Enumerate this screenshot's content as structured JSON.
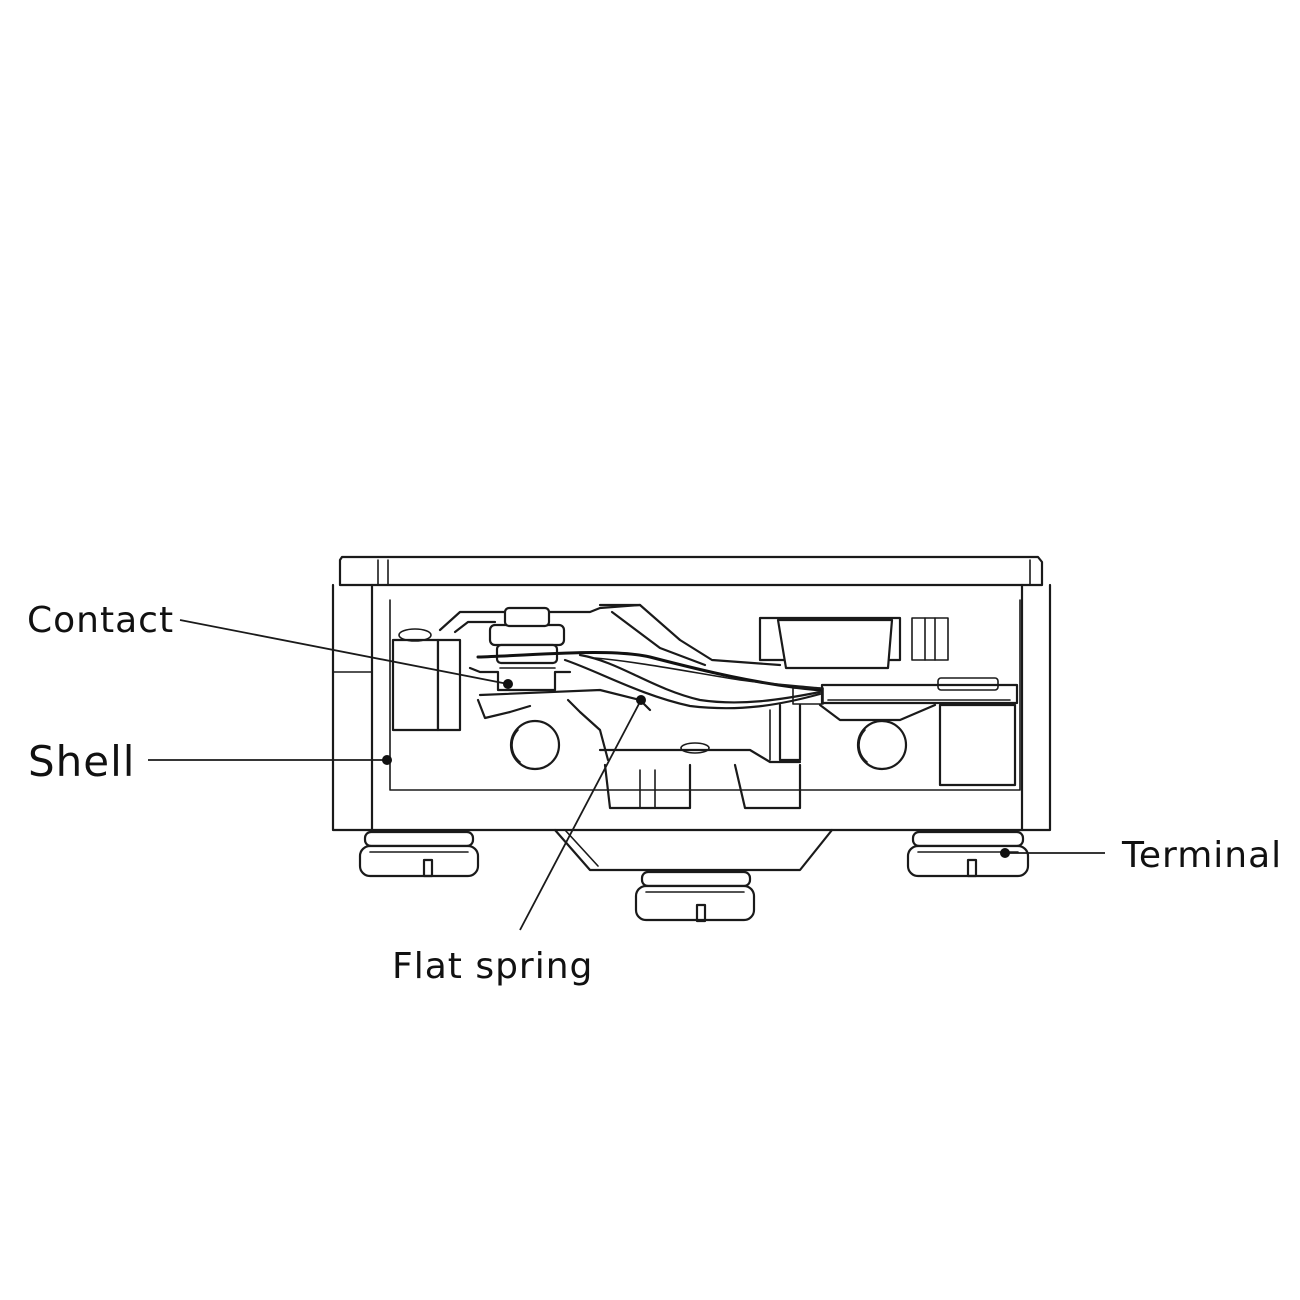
{
  "diagram": {
    "labels": {
      "contact": "Contact",
      "shell": "Shell",
      "terminal": "Terminal",
      "flat_spring": "Flat spring"
    }
  }
}
